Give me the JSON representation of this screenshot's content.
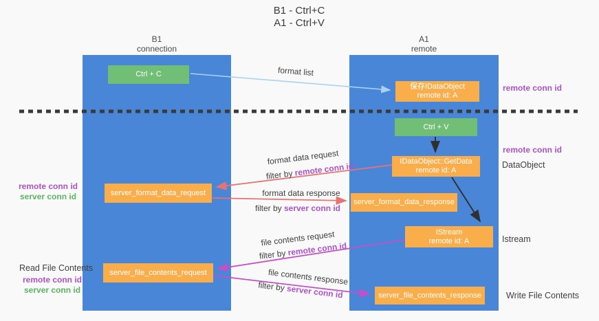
{
  "title": {
    "line1": "B1 - Ctrl+C",
    "line2": "A1 - Ctrl+V"
  },
  "lanes": {
    "left": {
      "name": "B1",
      "role": "connection"
    },
    "right": {
      "name": "A1",
      "role": "remote"
    }
  },
  "nodes": {
    "ctrl_c": {
      "label": "Ctrl + C"
    },
    "ctrl_v": {
      "label": "Ctrl + V"
    },
    "save_dataobject": {
      "line1": "保存IDataObject",
      "line2": "remote id: A"
    },
    "getdata": {
      "line1": "IDataObject::GetData",
      "line2": "remote id: A"
    },
    "istream": {
      "line1": "IStream",
      "line2": "remote id: A"
    },
    "server_format_data_request": {
      "label": "server_format_data_request"
    },
    "server_format_data_response": {
      "label": "server_format_data_response"
    },
    "server_file_contents_request": {
      "label": "server_file_contents_request"
    },
    "server_file_contents_response": {
      "label": "server_file_contents_response"
    }
  },
  "flow_labels": {
    "format_list": "format list",
    "format_data_request": {
      "title": "format data request",
      "filter_prefix": "filter by ",
      "filter_key": "remote conn id"
    },
    "format_data_response": {
      "title": "format data response",
      "filter_prefix": "filter by ",
      "filter_key": "server conn id"
    },
    "file_contents_request": {
      "title": "file contents request",
      "filter_prefix": "filter by ",
      "filter_key": "remote conn id"
    },
    "file_contents_response": {
      "title": "file contents response",
      "filter_prefix": "filter by ",
      "filter_key": "server conn id"
    }
  },
  "annotations": {
    "right_remote_conn_top": "remote conn id",
    "right_remote_conn_mid": "remote conn id",
    "dataobject": "DataObject",
    "istream": "Istream",
    "write_file": "Write File Contents",
    "read_file": "Read File Contents",
    "left_mid_remote": "remote conn id",
    "left_mid_server": "server conn id",
    "left_bottom_remote": "remote conn id",
    "left_bottom_server": "server conn id"
  },
  "colors": {
    "lane_blue": "#4a86d8",
    "node_orange": "#f9ae4b",
    "node_green": "#71bf77",
    "arrow_lightblue": "#a8d2ef",
    "arrow_salmon": "#e87373",
    "arrow_magenta": "#c44fc8",
    "arrow_black": "#303030",
    "text_purple": "#ac53c6",
    "text_green": "#5cb55f",
    "dashed_line": "#3a3a3a"
  }
}
